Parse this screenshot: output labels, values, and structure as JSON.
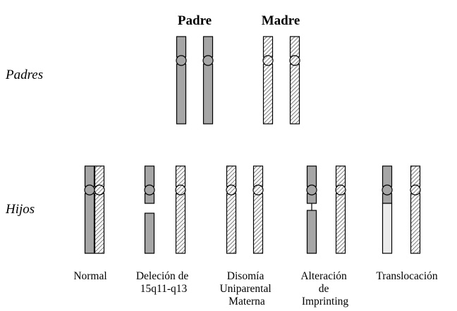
{
  "headers": {
    "father": "Padre",
    "mother": "Madre"
  },
  "rows": {
    "parents": "Padres",
    "children": "Hijos"
  },
  "cases": [
    {
      "lines": [
        "Normal"
      ]
    },
    {
      "lines": [
        "Deleción de",
        "15q11-q13"
      ]
    },
    {
      "lines": [
        "Disomía",
        "Uniparental",
        "Materna"
      ]
    },
    {
      "lines": [
        "Alteración",
        "de",
        "Imprinting"
      ]
    },
    {
      "lines": [
        "Translocación"
      ]
    }
  ],
  "colors": {
    "paternal_fill": "#a6a6a6",
    "maternal_hatch": "#7a7a7a",
    "translocated_fill": "#ececec",
    "outline": "#000000"
  }
}
